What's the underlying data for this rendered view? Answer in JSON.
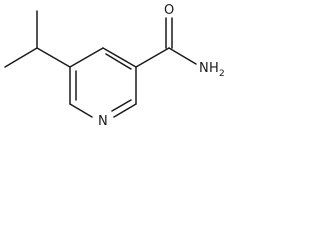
{
  "molecule": {
    "atoms": {
      "oxygen": "O",
      "nitrogen_ring": "N",
      "amide_n": "N",
      "amide_h": "H",
      "amide_h_count": "2"
    },
    "colors": {
      "bond": "#1a1a1a",
      "label": "#1a1a1a",
      "background": "#ffffff"
    }
  }
}
